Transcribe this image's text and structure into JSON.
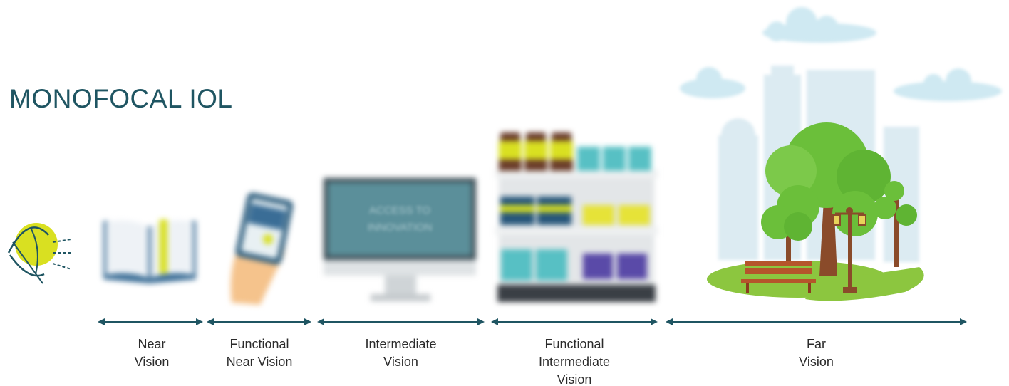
{
  "title": "MONOFOCAL IOL",
  "colors": {
    "title": "#1f5562",
    "arrow": "#1f5562",
    "eye_accent": "#d9e021",
    "grass": "#8cc63f",
    "tree": "#6bbf3a",
    "sky_cloud": "#cfe9f2"
  },
  "screen": {
    "line1": "ACCESS TO",
    "line2": "INNOVATION"
  },
  "ranges": [
    {
      "id": "near",
      "lines": [
        "Near",
        "Vision"
      ],
      "icon": "book-icon"
    },
    {
      "id": "functional-near",
      "lines": [
        "Functional",
        "Near Vision"
      ],
      "icon": "smartphone-icon"
    },
    {
      "id": "intermediate",
      "lines": [
        "Intermediate",
        "Vision"
      ],
      "icon": "monitor-icon"
    },
    {
      "id": "functional-intermediate",
      "lines": [
        "Functional",
        "Intermediate",
        "Vision"
      ],
      "icon": "store-shelf-icon"
    },
    {
      "id": "far",
      "lines": [
        "Far",
        "Vision"
      ],
      "icon": "city-park-icon"
    }
  ]
}
